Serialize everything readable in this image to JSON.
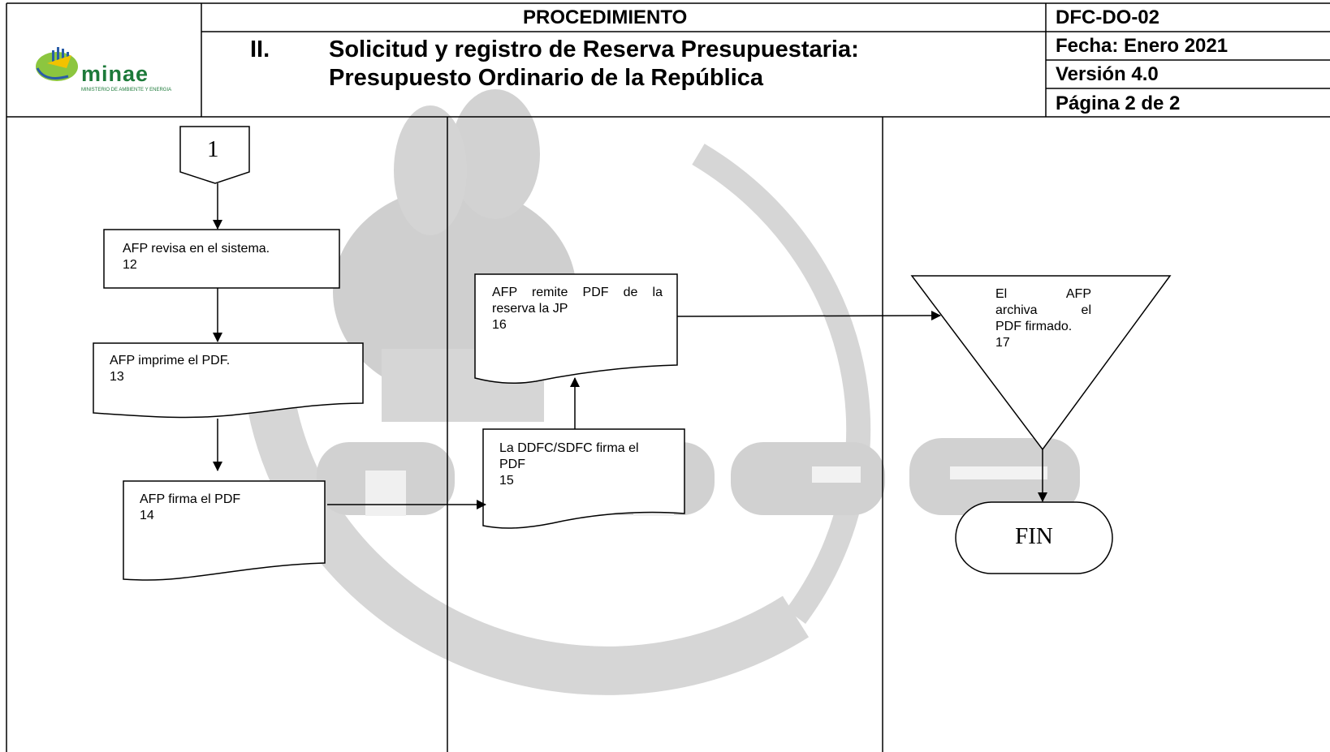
{
  "header": {
    "title": "PROCEDIMIENTO",
    "section_number": "II.",
    "subtitle_line1": "Solicitud y registro de Reserva Presupuestaria:",
    "subtitle_line2": "Presupuesto Ordinario de la República",
    "code": "DFC-DO-02",
    "date": "Fecha: Enero 2021",
    "version": "Versión 4.0",
    "page": "Página 2 de 2"
  },
  "logo": {
    "name": "minae",
    "tagline": "MINISTERIO DE AMBIENTE Y ENERGIA"
  },
  "watermark": "minae",
  "flow": {
    "connector": "1",
    "step12": {
      "text": "AFP revisa en el sistema.",
      "num": "12"
    },
    "step13": {
      "text": "AFP imprime el PDF.",
      "num": "13"
    },
    "step14": {
      "text": "AFP firma el PDF",
      "num": "14"
    },
    "step15": {
      "line1": "La DDFC/SDFC firma el",
      "line2": "PDF",
      "num": "15"
    },
    "step16": {
      "line1": "AFP remite PDF de la",
      "line2": "reserva la JP",
      "num": "16"
    },
    "step17": {
      "w1": "El",
      "w2": "AFP",
      "w3": "archiva",
      "w4": "el",
      "line3": "PDF firmado.",
      "num": "17"
    },
    "end": "FIN"
  },
  "colors": {
    "watermark": "#d0d0d0",
    "logo_green": "#1d7a3a",
    "logo_blue": "#2a5ca8"
  }
}
